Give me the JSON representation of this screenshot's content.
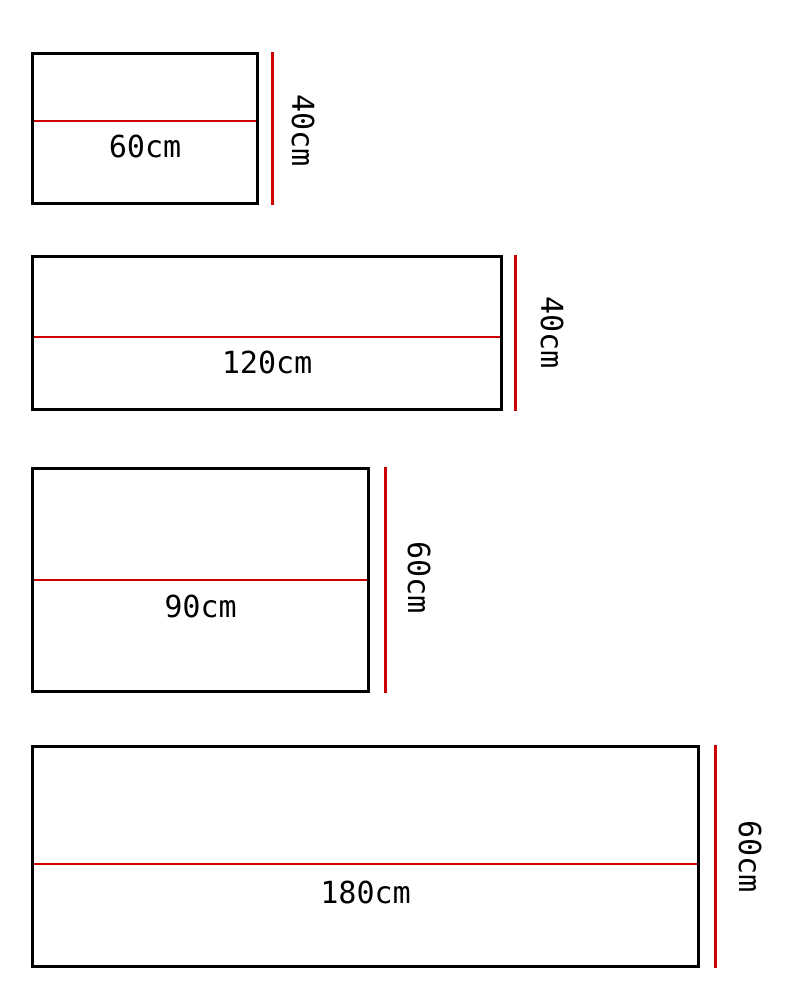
{
  "colors": {
    "outline": "#000000",
    "measure_line": "#cc0000",
    "background": "#ffffff"
  },
  "panels": [
    {
      "width_label": "60cm",
      "height_label": "40cm"
    },
    {
      "width_label": "120cm",
      "height_label": "40cm"
    },
    {
      "width_label": "90cm",
      "height_label": "60cm"
    },
    {
      "width_label": "180cm",
      "height_label": "60cm"
    }
  ]
}
